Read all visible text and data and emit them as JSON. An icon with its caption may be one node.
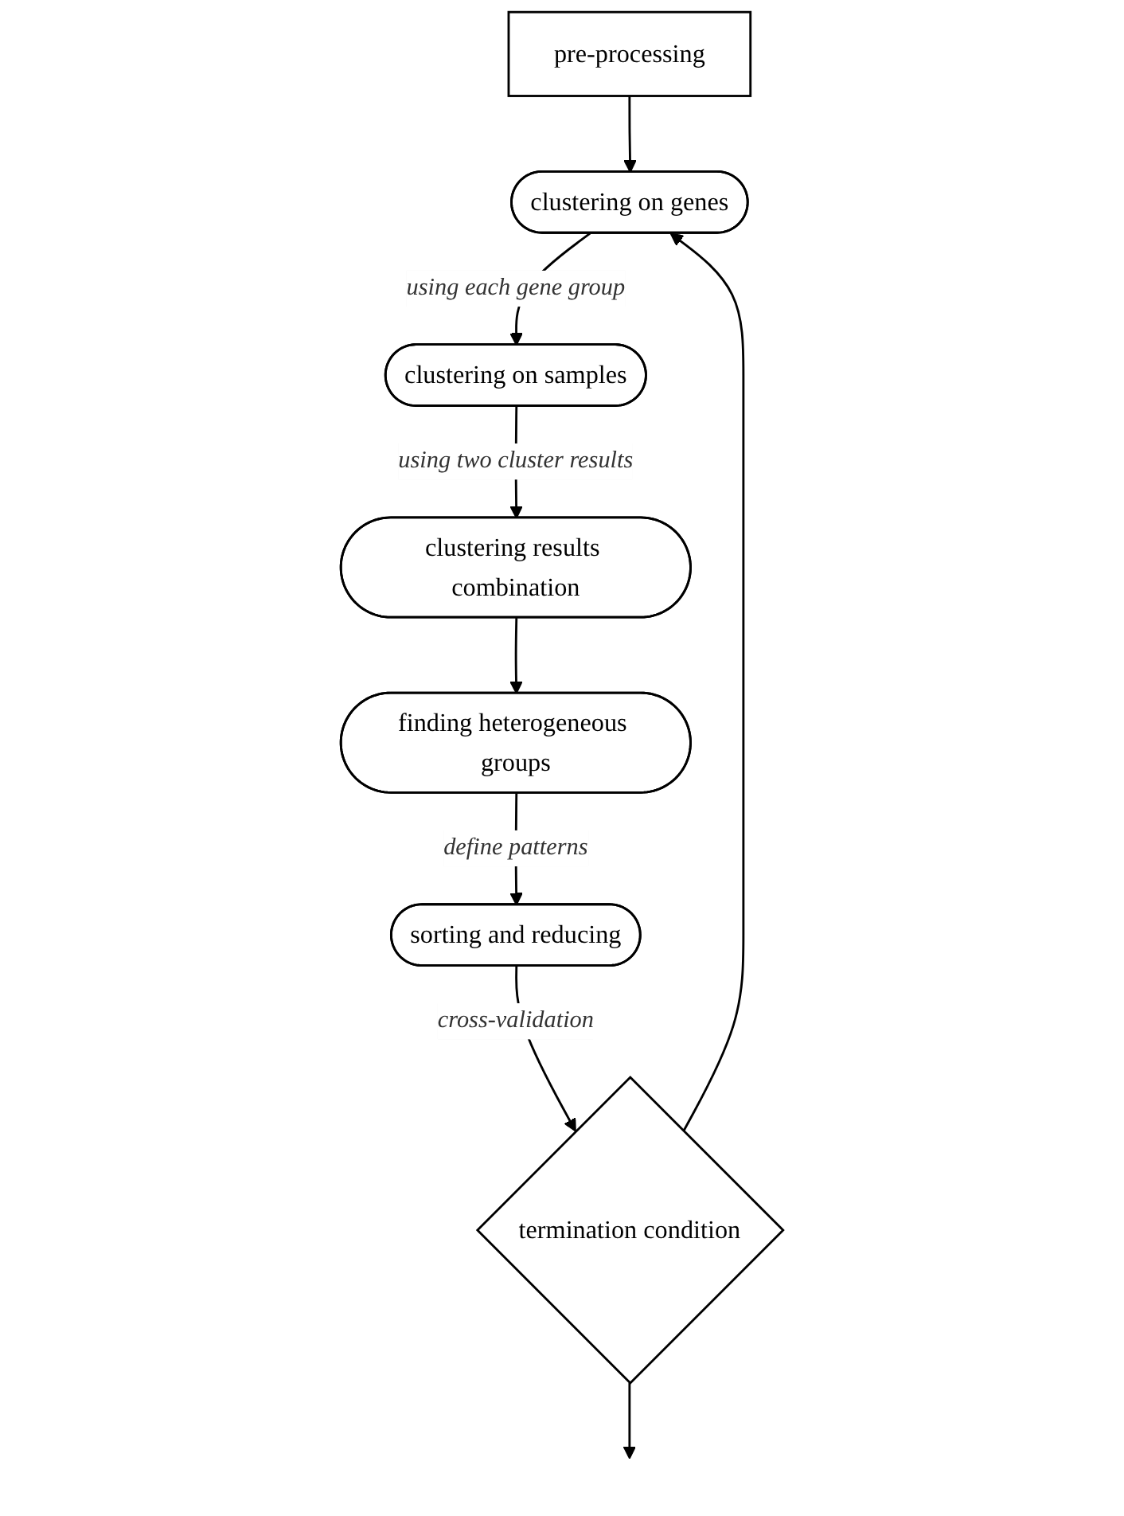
{
  "diagram": {
    "nodes": [
      {
        "text": [
          "pre-processing"
        ]
      },
      {
        "text": [
          "clustering on genes"
        ]
      },
      {
        "text": [
          "clustering on samples"
        ]
      },
      {
        "text": [
          "clustering results combination"
        ]
      },
      {
        "text": [
          "finding heterogeneous groups"
        ]
      },
      {
        "text": [
          "sorting and reducing"
        ]
      },
      {
        "text": [
          "termination condition"
        ]
      }
    ],
    "edges": [
      {
        "from": 0,
        "to": 1,
        "arrow": "to"
      },
      {
        "from": 1,
        "to": 2,
        "arrow": "to",
        "label": "using each gene group"
      },
      {
        "from": 2,
        "to": 3,
        "arrow": "to",
        "label": "using two cluster results"
      },
      {
        "from": 3,
        "to": 4,
        "arrow": "to"
      },
      {
        "from": 4,
        "to": 5,
        "arrow": "to",
        "label": "define patterns"
      },
      {
        "from": 5,
        "to": 6,
        "arrow": "to",
        "label": "cross-validation"
      },
      {
        "from": 6,
        "to": 1,
        "arrow": "to"
      },
      {
        "from": 6,
        "to": null,
        "arrow": "to"
      }
    ]
  }
}
